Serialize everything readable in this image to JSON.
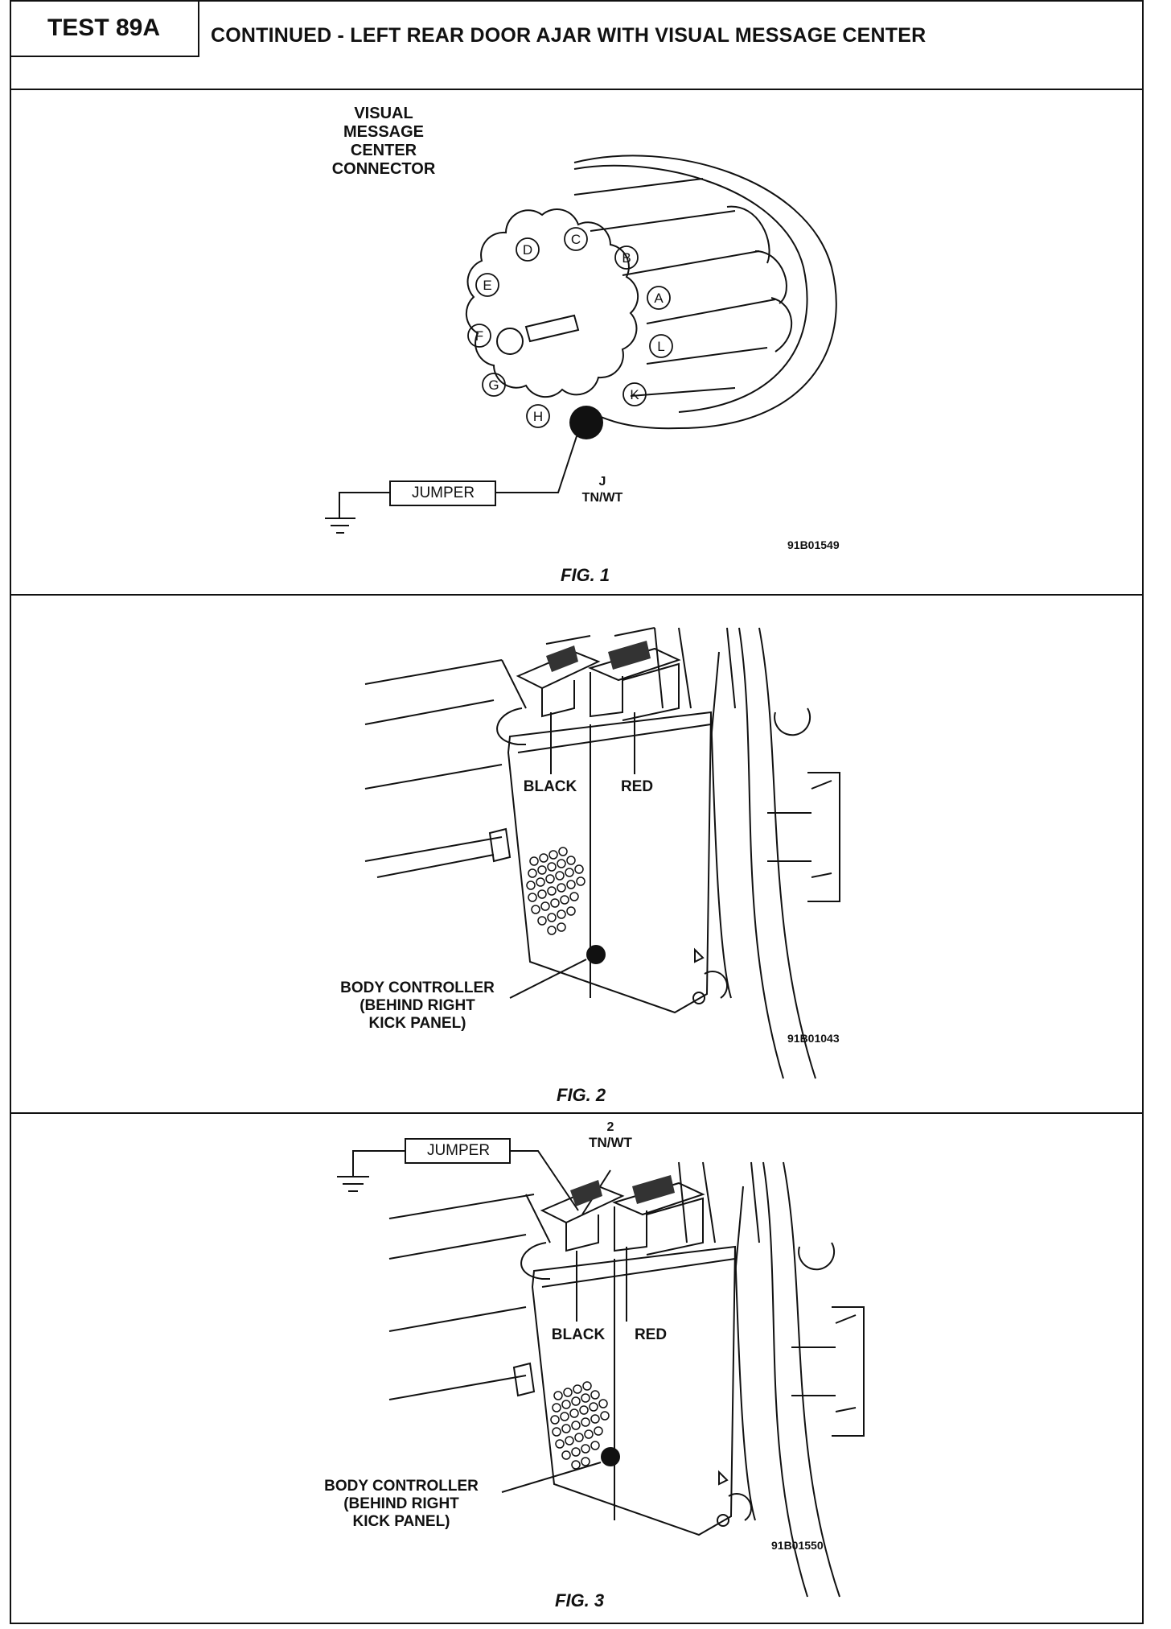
{
  "header": {
    "test_id": "TEST 89A",
    "title": "CONTINUED - LEFT REAR DOOR AJAR WITH VISUAL MESSAGE CENTER"
  },
  "fig1": {
    "connector_label": "VISUAL\nMESSAGE\nCENTER\nCONNECTOR",
    "pins": [
      "A",
      "B",
      "C",
      "D",
      "E",
      "F",
      "G",
      "H",
      "K",
      "L"
    ],
    "jumper": "JUMPER",
    "pin_j": "J",
    "wire": "TN/WT",
    "ref": "91B01549",
    "caption": "FIG. 1"
  },
  "fig2": {
    "black": "BLACK",
    "red": "RED",
    "body_label": "BODY CONTROLLER\n(BEHIND RIGHT\nKICK PANEL)",
    "ref": "91B01043",
    "caption": "FIG. 2"
  },
  "fig3": {
    "jumper": "JUMPER",
    "pin": "2",
    "wire": "TN/WT",
    "black": "BLACK",
    "red": "RED",
    "body_label": "BODY CONTROLLER\n(BEHIND RIGHT\nKICK PANEL)",
    "ref": "91B01550",
    "caption": "FIG. 3"
  }
}
